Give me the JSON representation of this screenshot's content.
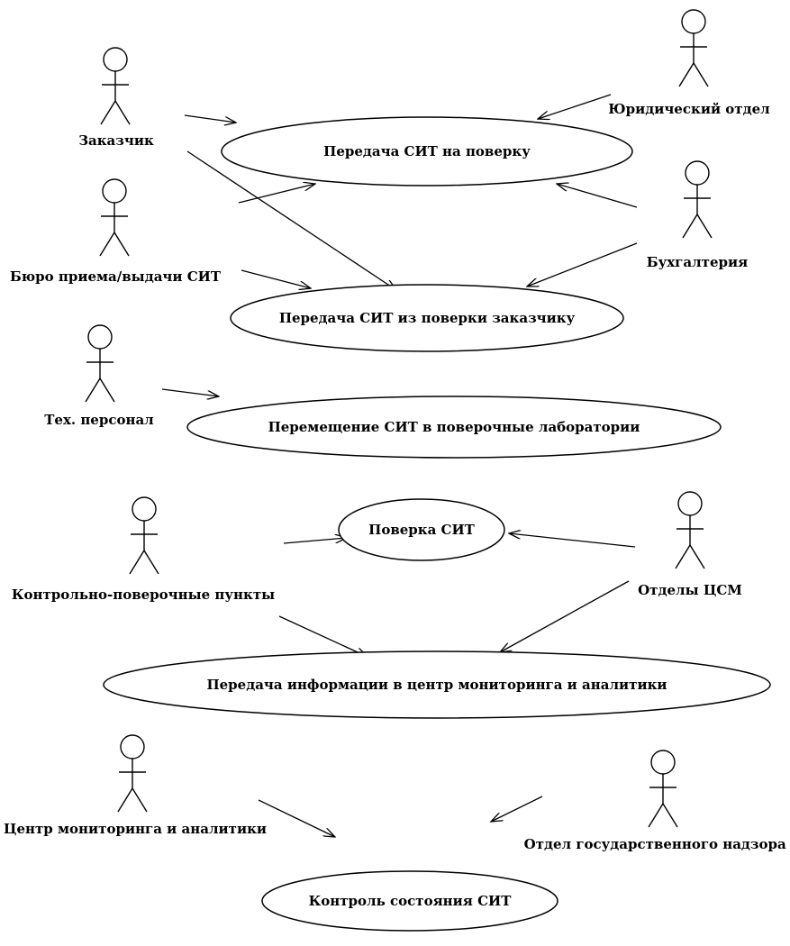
{
  "diagram": {
    "actors": [
      {
        "id": "customer",
        "label": "Заказчик"
      },
      {
        "id": "legal",
        "label": "Юридический отдел"
      },
      {
        "id": "reception",
        "label": "Бюро приема/выдачи СИТ"
      },
      {
        "id": "accounting",
        "label": "Бухгалтерия"
      },
      {
        "id": "tech",
        "label": "Тех. персонал"
      },
      {
        "id": "checkpoints",
        "label": "Контрольно-поверочные пункты"
      },
      {
        "id": "csm",
        "label": "Отделы ЦСМ"
      },
      {
        "id": "monitoring",
        "label": "Центр мониторинга и аналитики"
      },
      {
        "id": "supervision",
        "label": "Отдел государственного надзора"
      }
    ],
    "use_cases": [
      {
        "id": "uc_transfer",
        "label": "Передача СИТ на поверку"
      },
      {
        "id": "uc_return",
        "label": "Передача СИТ из поверки заказчику"
      },
      {
        "id": "uc_move",
        "label": "Перемещение СИТ в поверочные лаборатории"
      },
      {
        "id": "uc_verify",
        "label": "Поверка СИТ"
      },
      {
        "id": "uc_info",
        "label": "Передача информации в центр мониторинга и аналитики"
      },
      {
        "id": "uc_control",
        "label": "Контроль состояния СИТ"
      }
    ],
    "associations": [
      {
        "from": "customer",
        "to": "uc_transfer"
      },
      {
        "from": "customer",
        "to": "uc_return"
      },
      {
        "from": "legal",
        "to": "uc_transfer"
      },
      {
        "from": "reception",
        "to": "uc_transfer"
      },
      {
        "from": "reception",
        "to": "uc_return"
      },
      {
        "from": "accounting",
        "to": "uc_transfer"
      },
      {
        "from": "accounting",
        "to": "uc_return"
      },
      {
        "from": "tech",
        "to": "uc_move"
      },
      {
        "from": "checkpoints",
        "to": "uc_verify"
      },
      {
        "from": "csm",
        "to": "uc_verify"
      },
      {
        "from": "checkpoints",
        "to": "uc_info"
      },
      {
        "from": "csm",
        "to": "uc_info"
      },
      {
        "from": "monitoring",
        "to": "uc_control"
      },
      {
        "from": "supervision",
        "to": "uc_control"
      }
    ]
  }
}
